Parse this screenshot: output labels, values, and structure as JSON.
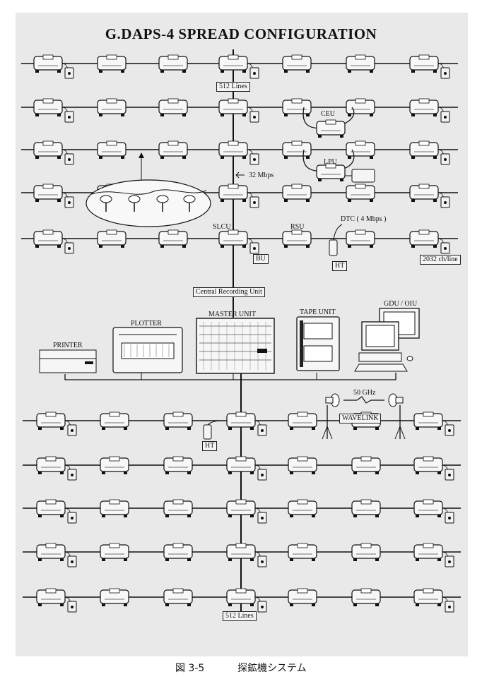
{
  "title": "G.DAPS-4  SPREAD CONFIGURATION",
  "labels": {
    "lines_top": "512 Lines",
    "lines_bottom": "512 Lines",
    "ceu": "CEU",
    "lpu": "LPU",
    "rate_32": "32 Mbps",
    "slcu": "SLCU",
    "rsu": "RSU",
    "dtc": "DTC ( 4 Mbps )",
    "bu": "BU",
    "ht_top": "HT",
    "ht_bottom": "HT",
    "ch_line": "2032 ch/line",
    "central_recording": "Central Recording Unit",
    "master_unit": "MASTER UNIT",
    "plotter": "PLOTTER",
    "printer": "PRINTER",
    "tape_unit": "TAPE UNIT",
    "gdu_oiu": "GDU / OIU",
    "ghz": "50 GHz",
    "wavelink": "WAVELINK"
  },
  "caption": {
    "figure": "図 3-5",
    "text": "探鉱機システム"
  }
}
